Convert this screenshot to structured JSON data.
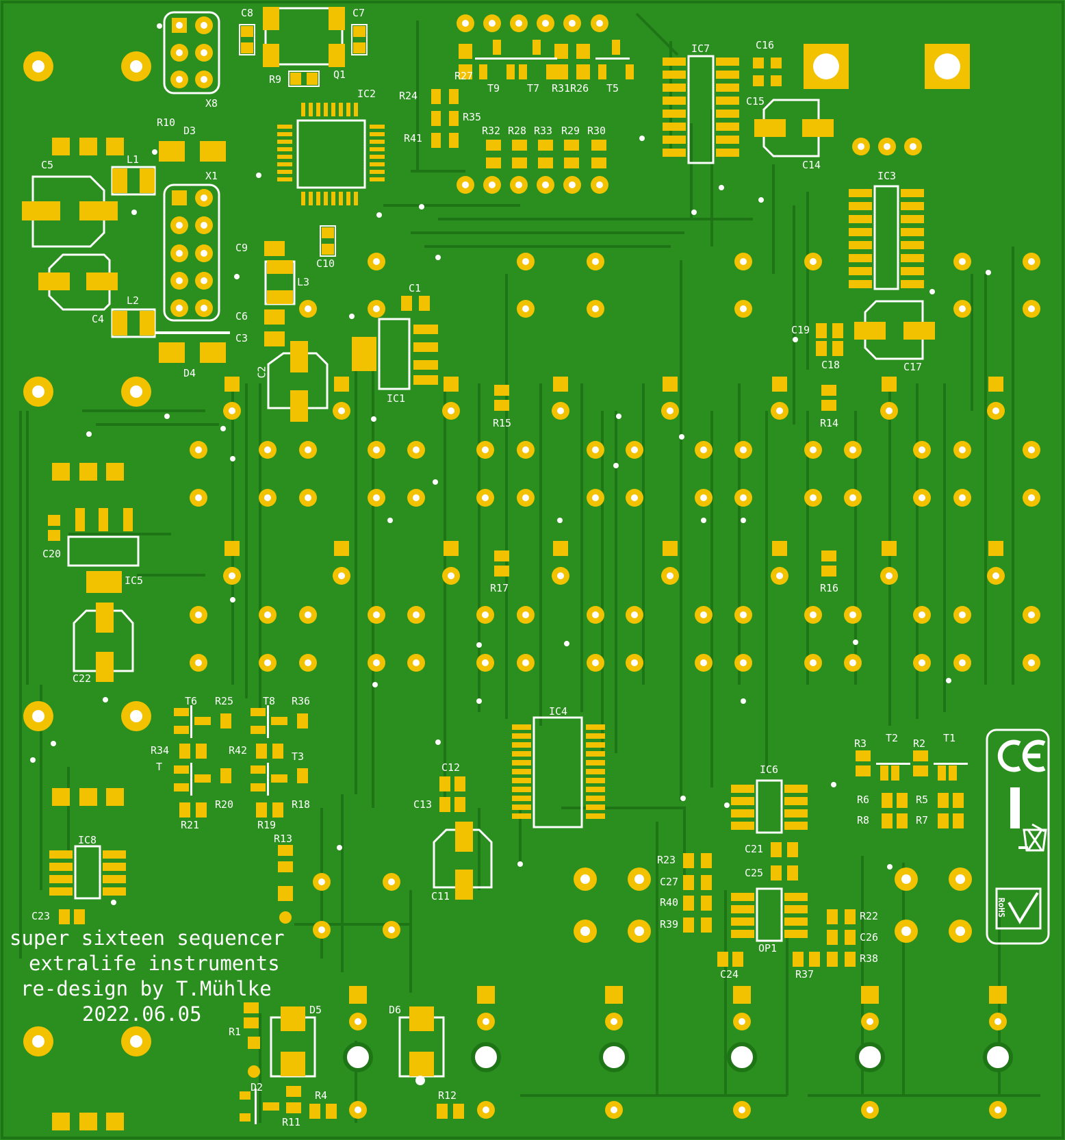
{
  "board": {
    "title_lines": [
      "super sixteen sequencer",
      "extralife instruments",
      "re-design by T.Mühlke",
      "2022.06.05"
    ],
    "colors": {
      "substrate": "#2a8f1e",
      "copper": "#1e7516",
      "pad": "#f2c200",
      "silk": "#ffffff"
    }
  },
  "designators": {
    "C8": "C8",
    "C7": "C7",
    "R9": "R9",
    "Q1": "Q1",
    "IC2": "IC2",
    "X8": "X8",
    "R10": "R10",
    "D3": "D3",
    "X1": "X1",
    "C5": "C5",
    "L1": "L1",
    "C4": "C4",
    "L2": "L2",
    "C6": "C6",
    "C3": "C3",
    "D4": "D4",
    "C9": "C9",
    "C10": "C10",
    "L3": "L3",
    "C2": "C2",
    "C1": "C1",
    "IC1": "IC1",
    "R24": "R24",
    "R35": "R35",
    "R41": "R41",
    "R27": "R27",
    "T9": "T9",
    "T7": "T7",
    "R31R26": "R31R26",
    "T5": "T5",
    "R32": "R32",
    "R28": "R28",
    "R33": "R33",
    "R29": "R29",
    "R30": "R30",
    "IC7": "IC7",
    "C16": "C16",
    "C15": "C15",
    "C14": "C14",
    "IC3": "IC3",
    "C19": "C19",
    "C18": "C18",
    "C17": "C17",
    "R15": "R15",
    "R14": "R14",
    "R17": "R17",
    "R16": "R16",
    "C20": "C20",
    "IC5": "IC5",
    "C22": "C22",
    "T6": "T6",
    "R25": "R25",
    "T8": "T8",
    "R36": "R36",
    "R34": "R34",
    "R42": "R42",
    "T_partial": "T",
    "T3": "T3",
    "R20": "R20",
    "R18": "R18",
    "R21": "R21",
    "R19": "R19",
    "R13": "R13",
    "IC8": "IC8",
    "C23": "C23",
    "IC4": "IC4",
    "C12": "C12",
    "C13": "C13",
    "C11": "C11",
    "IC6": "IC6",
    "C21": "C21",
    "C25": "C25",
    "R23": "R23",
    "C27": "C27",
    "R40": "R40",
    "R39": "R39",
    "OP1": "OP1",
    "R22": "R22",
    "C26": "C26",
    "R38": "R38",
    "C24": "C24",
    "R37": "R37",
    "R3": "R3",
    "T2": "T2",
    "R2": "R2",
    "T1": "T1",
    "R6": "R6",
    "R5": "R5",
    "R8": "R8",
    "R7": "R7",
    "D5": "D5",
    "D6": "D6",
    "R1": "R1",
    "D2": "D2",
    "R4": "R4",
    "R11": "R11",
    "R12": "R12"
  },
  "marks": {
    "ce": "CE",
    "rohs": "RoHS"
  }
}
